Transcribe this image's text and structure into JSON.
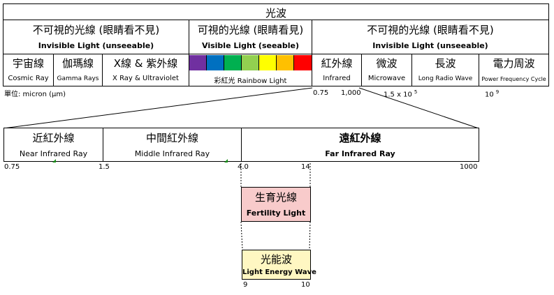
{
  "title": "光波",
  "sections": {
    "invisible_left": {
      "zh": "不可視的光線 (眼睛看不見)",
      "en": "Invisible Light (unseeable)"
    },
    "visible": {
      "zh": "可視的光線 (眼睛看見)",
      "en": "Visible Light (seeable)"
    },
    "invisible_right": {
      "zh": "不可視的光線 (眼睛看不見)",
      "en": "Invisible Light (unseeable)"
    }
  },
  "bands": {
    "cosmic": {
      "zh": "宇宙線",
      "en": "Cosmic Ray"
    },
    "gamma": {
      "zh": "伽瑪線",
      "en": "Gamma Rays"
    },
    "xray": {
      "zh": "X線 & 紫外線",
      "en": "X Ray & Ultraviolet"
    },
    "rainbow": {
      "label": "彩紅光 Rainbow Light"
    },
    "infrared": {
      "zh": "紅外線",
      "en": "Infrared"
    },
    "microwave": {
      "zh": "微波",
      "en": "Microwave"
    },
    "longradio": {
      "zh": "長波",
      "en": "Long Radio Wave"
    },
    "power": {
      "zh": "電力周波",
      "en": "Power Frequency Cycle"
    }
  },
  "rainbow_colors": [
    "#7030a0",
    "#0070c0",
    "#00b050",
    "#92d050",
    "#ffff00",
    "#ffc000",
    "#ff0000"
  ],
  "unit_label": "單位: micron (μm)",
  "top_ticks": {
    "t1": "0.75",
    "t2": "1,000",
    "t3": "1.5 x 10",
    "t3_exp": "5",
    "t4": "10",
    "t4_exp": "9"
  },
  "infrared_detail": {
    "near": {
      "zh": "近紅外線",
      "en": "Near Infrared Ray"
    },
    "middle": {
      "zh": "中間紅外線",
      "en": "Middle Infrared Ray"
    },
    "far": {
      "zh": "遠紅外線",
      "en": "Far Infrared Ray"
    }
  },
  "detail_ticks": {
    "t1": "0.75",
    "t2": "1.5",
    "t3": "4.0",
    "t4": "14",
    "t5": "1000"
  },
  "fertility": {
    "zh": "生育光線",
    "en": "Fertility Light",
    "color": "#f8cbcb"
  },
  "energy": {
    "zh": "光能波",
    "en": "Light Energy Wave",
    "color": "#fff7c2"
  },
  "energy_ticks": {
    "t1": "9",
    "t2": "10"
  }
}
